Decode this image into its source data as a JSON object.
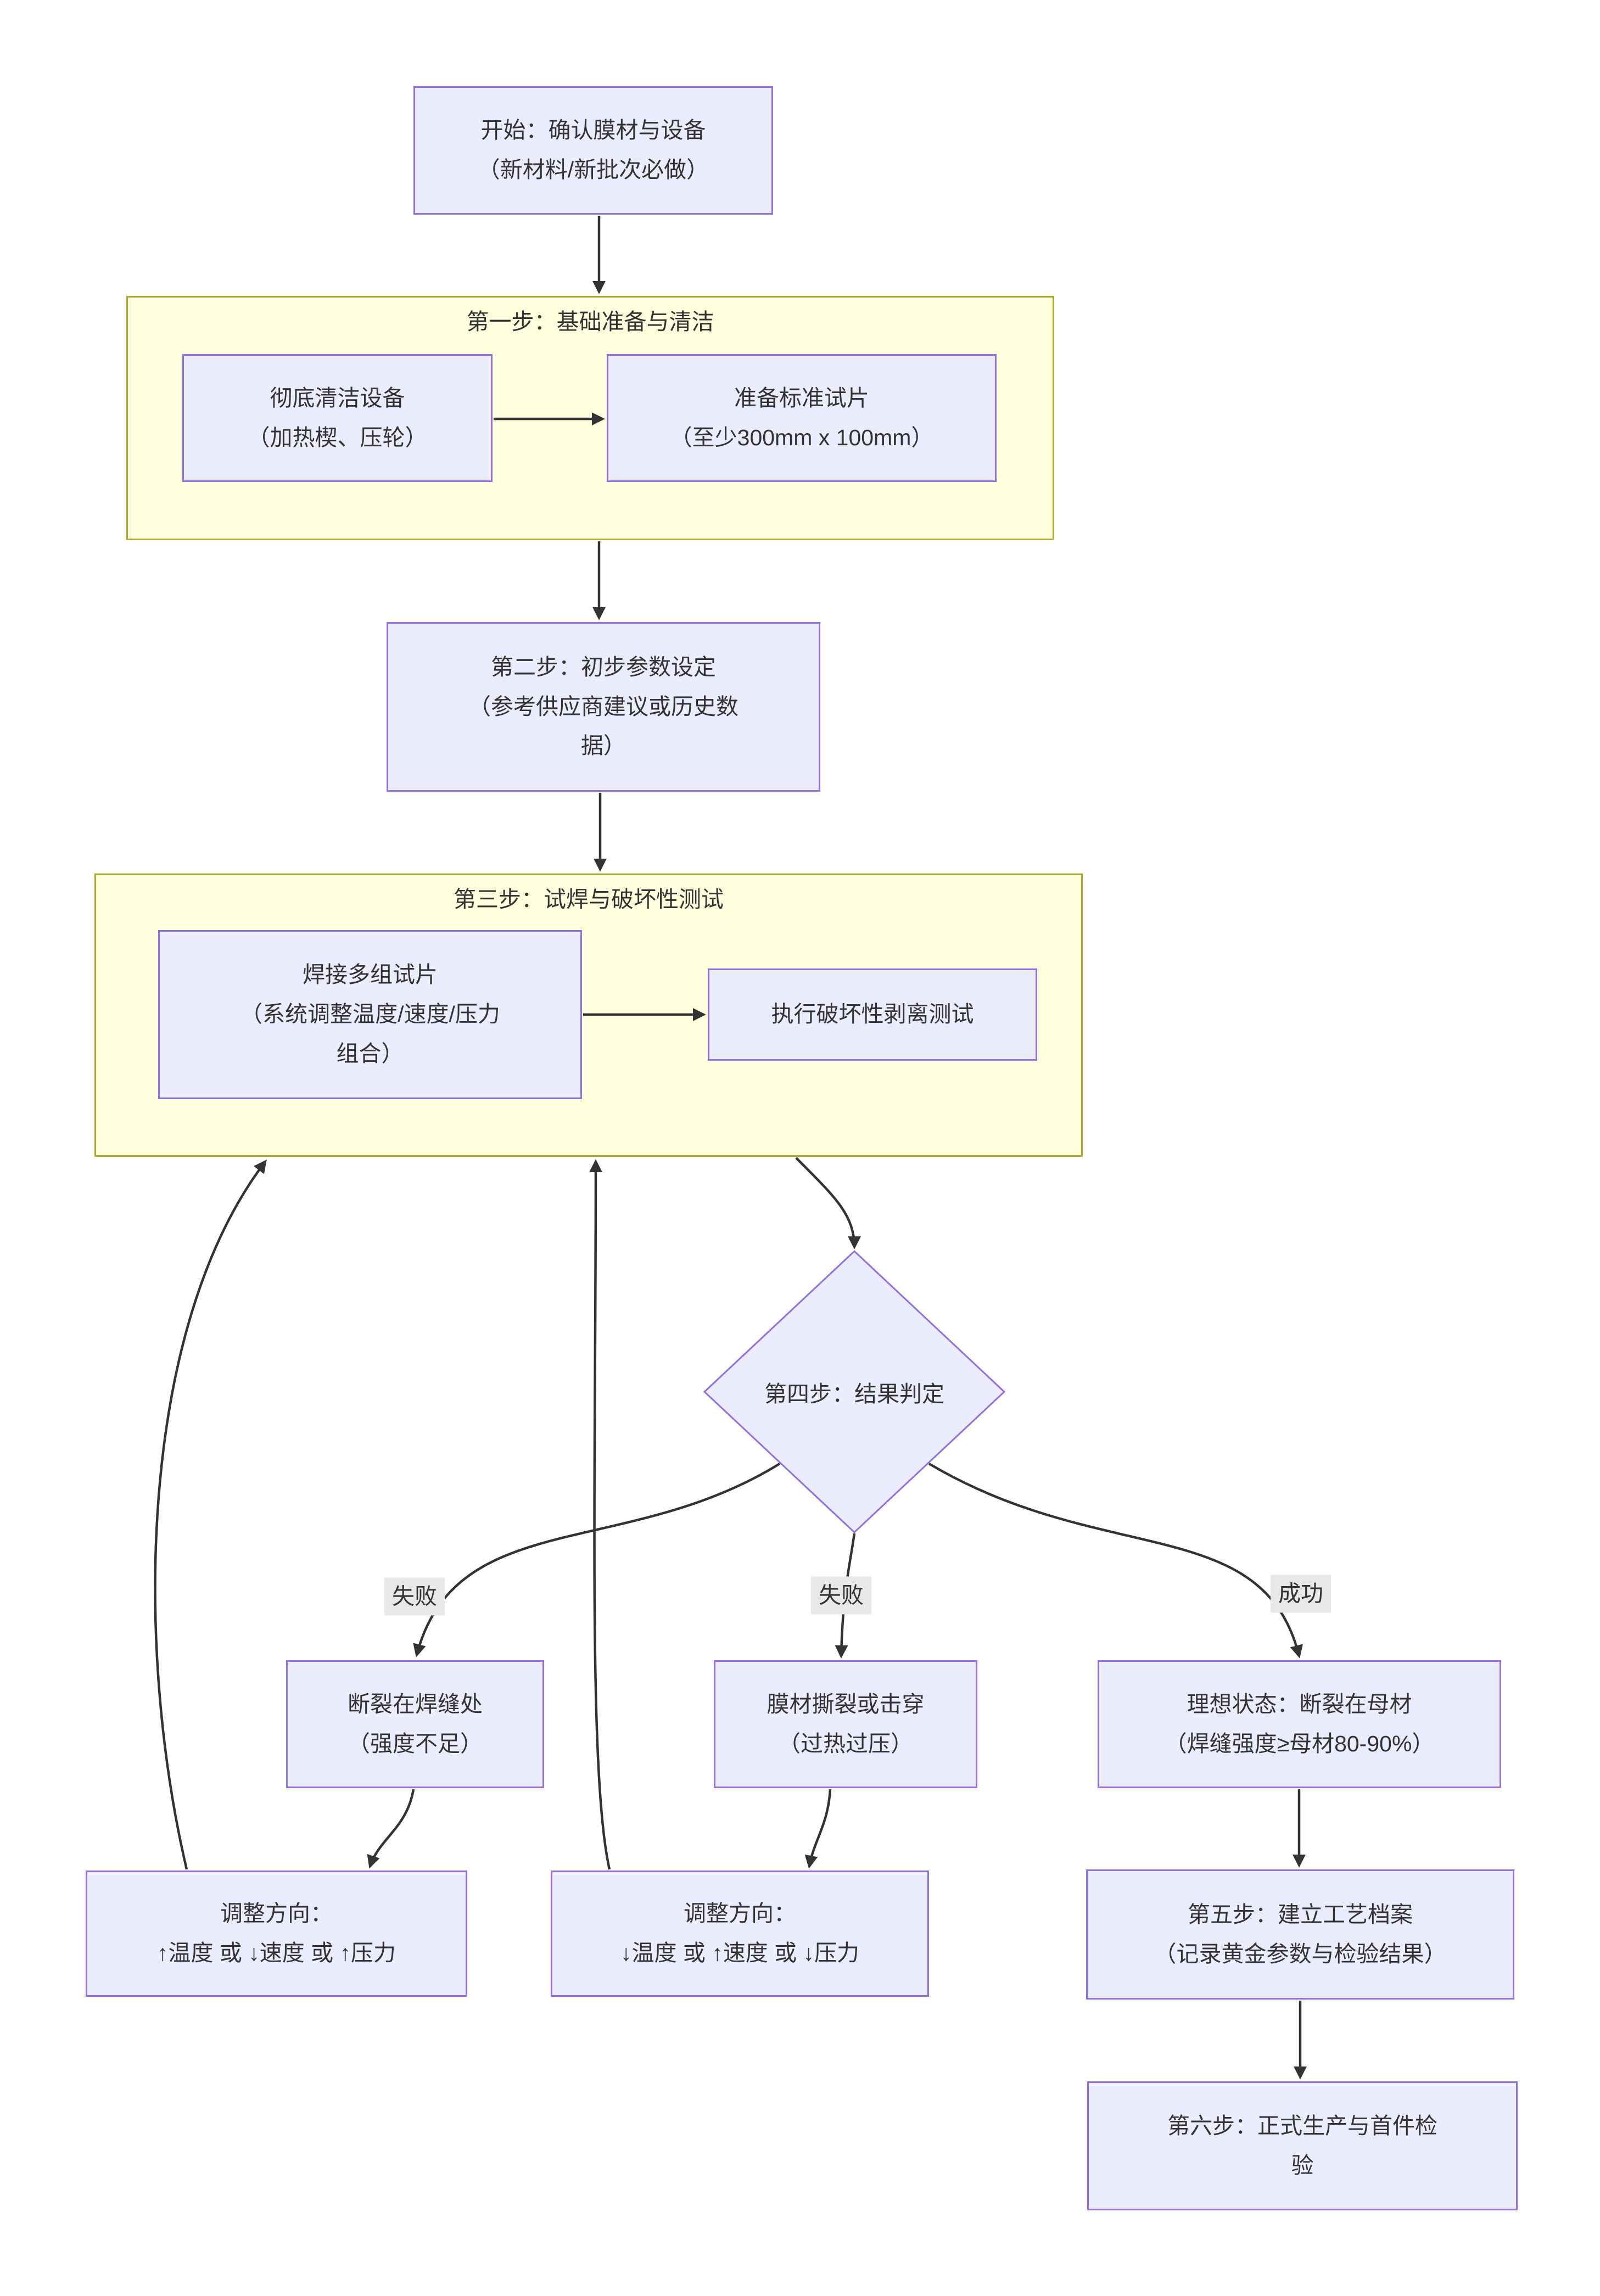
{
  "diagram": {
    "type": "flowchart",
    "direction": "top-down",
    "colors": {
      "node_fill": "#ECECFF",
      "node_border": "#9370DB",
      "cluster_fill": "#FFFFDE",
      "cluster_border": "#AAAA33",
      "edge": "#333333",
      "edge_label_bg": "#E8E8E8",
      "text": "#333333",
      "background": "#FFFFFF"
    },
    "nodes": {
      "start": "开始：确认膜材与设备\n（新材料/新批次必做）",
      "clean": "彻底清洁设备\n（加热楔、压轮）",
      "coupons": "准备标准试片\n（至少300mm x 100mm）",
      "step2": "第二步：初步参数设定\n（参考供应商建议或历史数\n据）",
      "weld": "焊接多组试片\n（系统调整温度/速度/压力\n组合）",
      "peel": "执行破坏性剥离测试",
      "decision": "第四步：结果判定",
      "fail_seam": "断裂在焊缝处\n（强度不足）",
      "fail_tear": "膜材撕裂或击穿\n（过热过压）",
      "ideal": "理想状态：断裂在母材\n（焊缝强度≥母材80-90%）",
      "adjust_up": "调整方向：\n↑温度 或 ↓速度 或 ↑压力",
      "adjust_down": "调整方向：\n↓温度 或 ↑速度 或 ↓压力",
      "step5": "第五步：建立工艺档案\n（记录黄金参数与检验结果）",
      "step6": "第六步：正式生产与首件检\n验"
    },
    "clusters": {
      "step1_title": "第一步：基础准备与清洁",
      "step3_title": "第三步：试焊与破坏性测试"
    },
    "edge_labels": {
      "fail_left": "失败",
      "fail_mid": "失败",
      "success": "成功"
    }
  }
}
